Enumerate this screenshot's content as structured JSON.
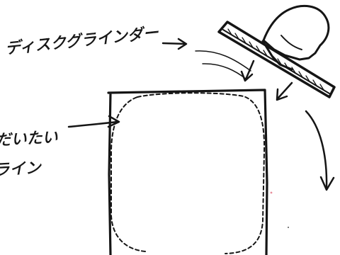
{
  "labels": {
    "disc_grinder": "ディスクグラインダー",
    "rough_line_top": "だいたい",
    "rough_line_bottom": "ライン"
  },
  "colors": {
    "ink": "#151515",
    "paper": "#ffffff",
    "pink_speck": "#e88d9a"
  }
}
